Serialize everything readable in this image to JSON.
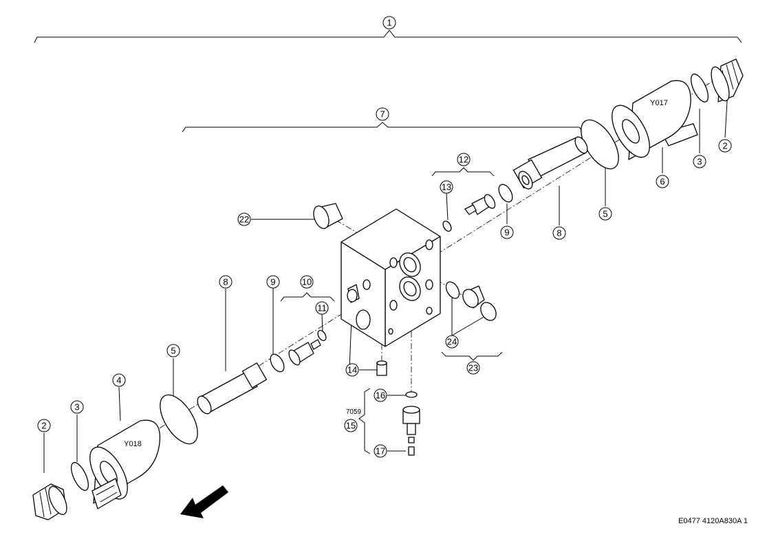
{
  "callouts": {
    "c1": "1",
    "c2a": "2",
    "c2b": "2",
    "c3a": "3",
    "c3b": "3",
    "c4": "4",
    "c5a": "5",
    "c5b": "5",
    "c6": "6",
    "c7": "7",
    "c8a": "8",
    "c8b": "8",
    "c9a": "9",
    "c9b": "9",
    "c10": "10",
    "c11": "11",
    "c12": "12",
    "c13": "13",
    "c14": "14",
    "c15": "15",
    "c16": "16",
    "c17": "17",
    "c22": "22",
    "c23": "23",
    "c24": "24"
  },
  "coil_labels": {
    "upper": "Y017",
    "lower": "Y018"
  },
  "notes": {
    "serial": "7059"
  },
  "drawing_ref": "E0477 4120A830A 1",
  "colors": {
    "line": "#000000",
    "background": "#ffffff"
  },
  "icons": {
    "direction": "front-direction-arrow-icon"
  }
}
